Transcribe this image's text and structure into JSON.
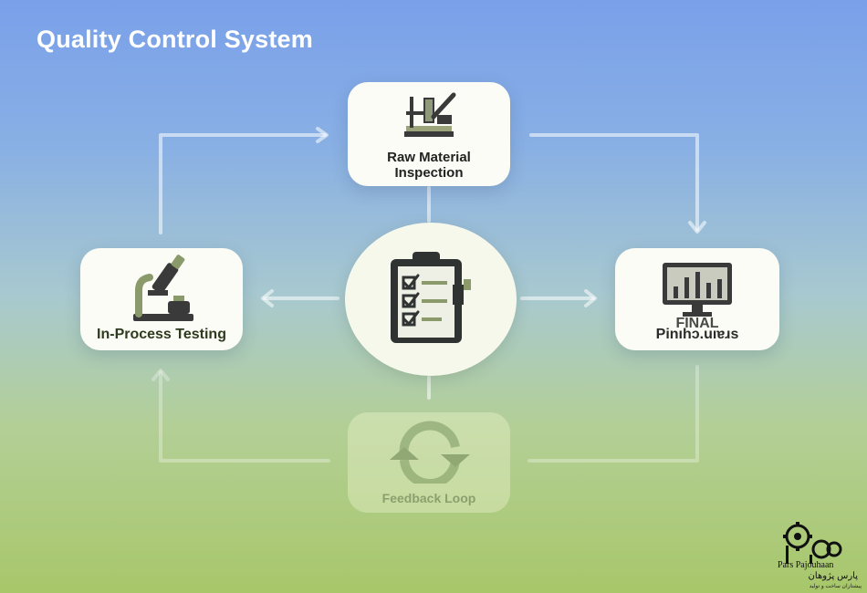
{
  "title": "Quality Control System",
  "nodes": {
    "raw_material": {
      "line1": "Raw Material",
      "line2": "Inspection",
      "icon": "lab-stand-icon"
    },
    "in_process": {
      "label": "In-Process Testing",
      "icon": "microscope-icon"
    },
    "final": {
      "label": "Pinıhɔ.uıɐɹs",
      "overlay": "FINAL",
      "icon": "monitor-chart-icon"
    },
    "feedback": {
      "label": "Feedback Loop",
      "icon": "cycle-arrows-icon"
    },
    "hub": {
      "icon": "clipboard-checklist-icon"
    }
  },
  "logo": {
    "text_en": "Pars Pajouhaan",
    "text_fa": "پارس پژوهان",
    "tagline": "پیشتازان ساخت و تولید",
    "icon": "gear-logo-icon"
  },
  "colors": {
    "bg_top": "#7aa0ea",
    "bg_bottom": "#a8c76a",
    "connector": "#ffffff",
    "icon_dark": "#3a3a3a",
    "icon_accent": "#8a9a6a"
  }
}
